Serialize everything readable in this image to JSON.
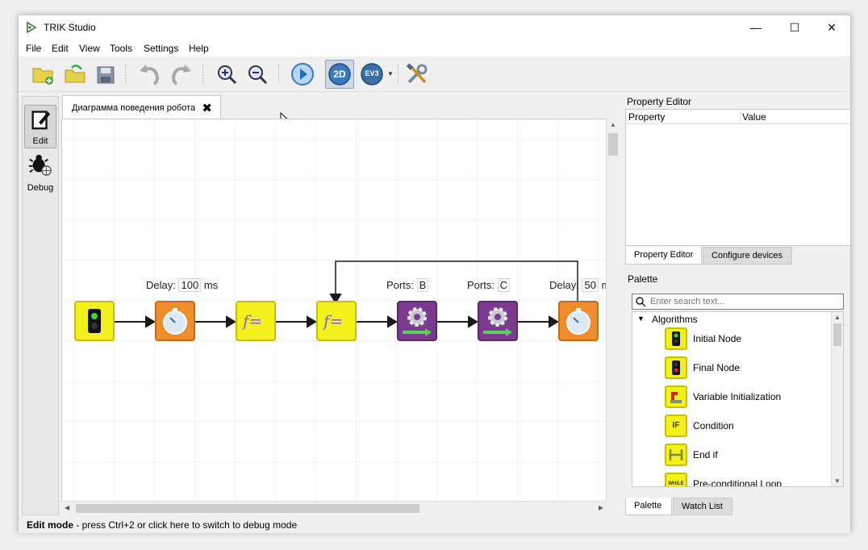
{
  "window": {
    "title": "TRIK Studio"
  },
  "menu": [
    "File",
    "Edit",
    "View",
    "Tools",
    "Settings",
    "Help"
  ],
  "toolbar": {
    "btn_2d": "2D",
    "btn_ev3": "EV3"
  },
  "modes": {
    "edit": "Edit",
    "debug": "Debug"
  },
  "document_tab": {
    "label": "Диаграмма поведения робота"
  },
  "diagram": {
    "delay1_label": "Delay:",
    "delay1_value": "100",
    "delay1_unit": "ms",
    "ports1_label": "Ports:",
    "ports1_value": "B",
    "ports2_label": "Ports:",
    "ports2_value": "C",
    "delay2_label": "Delay:",
    "delay2_value": "50",
    "delay2_unit": "m",
    "func_symbol": "f="
  },
  "property_editor": {
    "title": "Property Editor",
    "col_property": "Property",
    "col_value": "Value",
    "tab_property_editor": "Property Editor",
    "tab_configure_devices": "Configure devices"
  },
  "palette": {
    "title": "Palette",
    "search_placeholder": "Enter search text...",
    "group": "Algorithms",
    "items": [
      "Initial Node",
      "Final Node",
      "Variable Initialization",
      "Condition",
      "End if",
      "Pre-conditional Loop"
    ],
    "tab_palette": "Palette",
    "tab_watch_list": "Watch List"
  },
  "status": {
    "mode": "Edit mode",
    "hint": " - press Ctrl+2 or click here to switch to debug mode"
  }
}
